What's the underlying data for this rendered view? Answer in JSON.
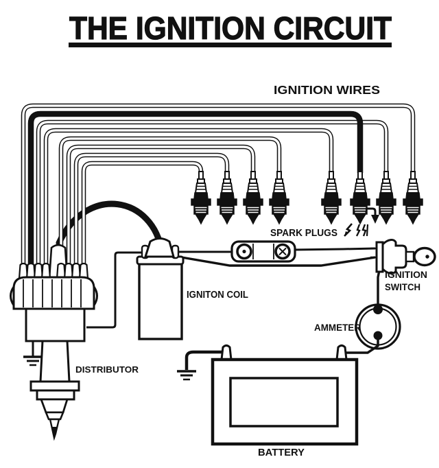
{
  "title": "THE IGNITION CIRCUIT",
  "labels": {
    "ignition_wires": "IGNITION WIRES",
    "spark_plugs": "SPARK PLUGS",
    "ignition_coil": "IGNITON COIL",
    "ignition_switch_line1": "IGNITION",
    "ignition_switch_line2": "SWITCH",
    "ammeter": "AMMETER",
    "distributor": "DISTRIBUTOR",
    "battery": "BATTERY"
  },
  "colors": {
    "ink": "#111111",
    "paper": "#ffffff"
  },
  "icons": {
    "spark_flash": "lightning-bolts-and-arrow",
    "ground": "ground-symbol",
    "key": "ignition-key"
  },
  "components": [
    "ignition wires",
    "spark plugs",
    "distributor",
    "ignition coil",
    "ballast resistor",
    "ignition switch",
    "ammeter",
    "battery"
  ]
}
